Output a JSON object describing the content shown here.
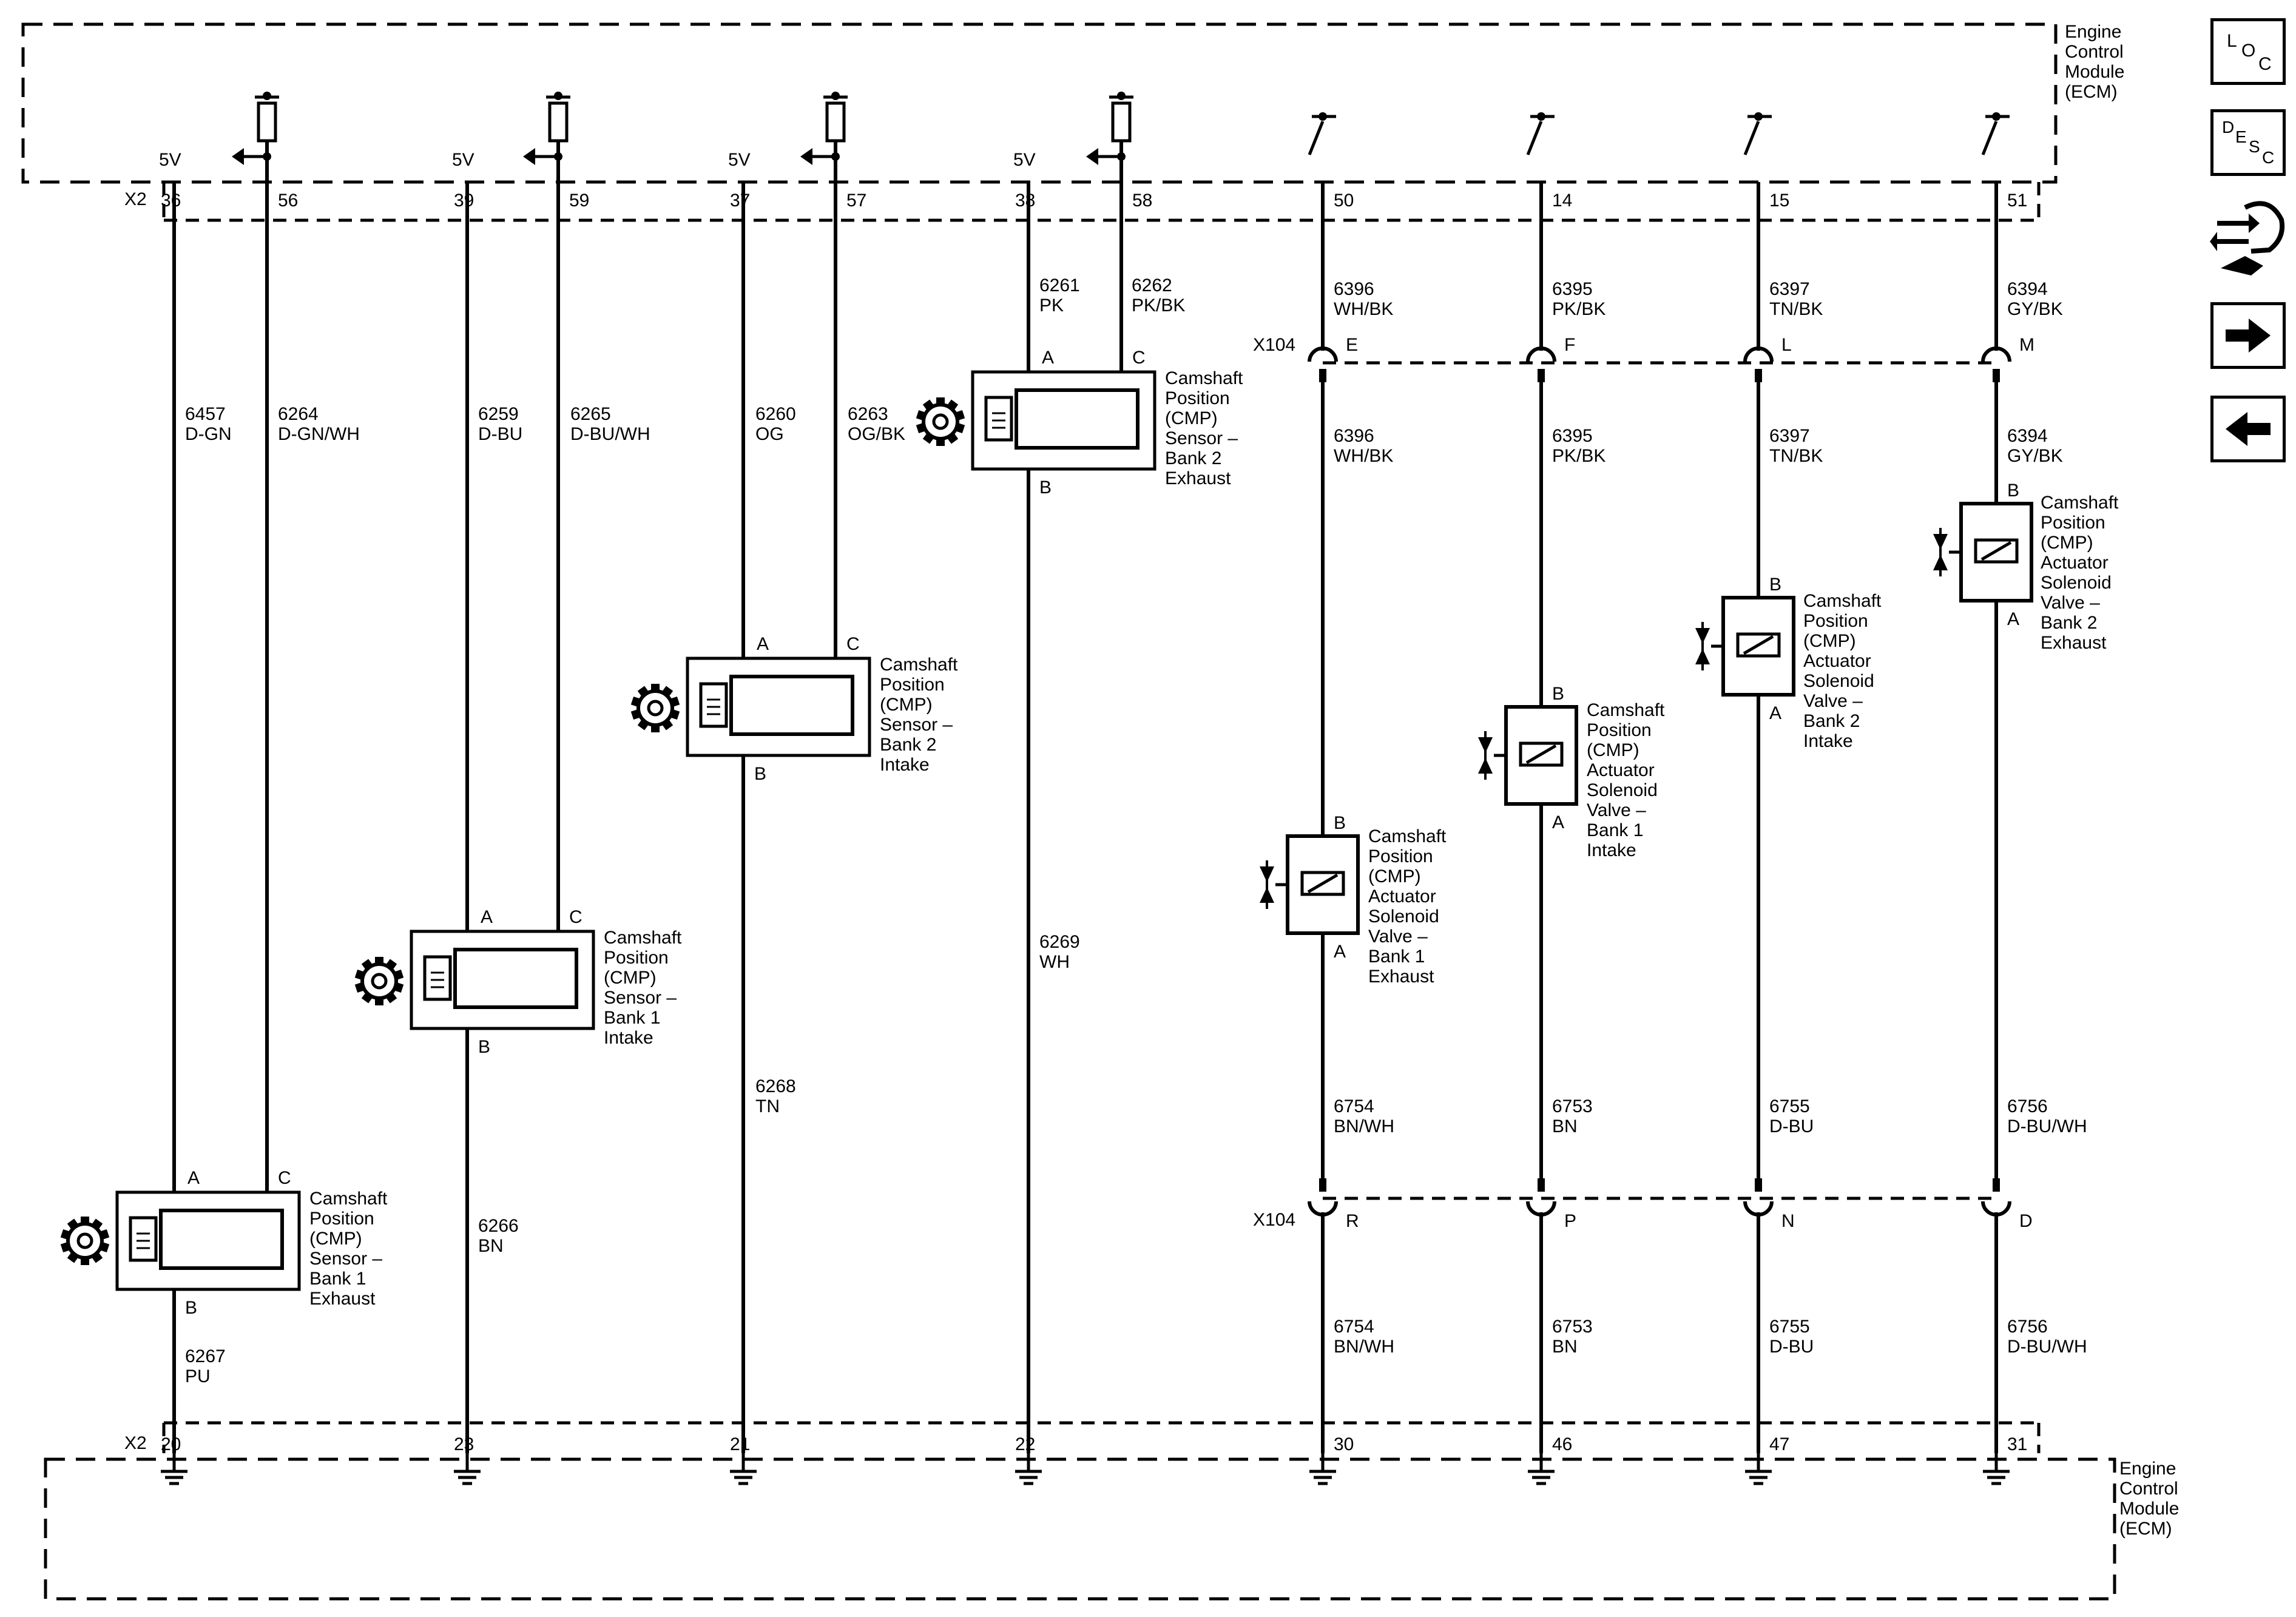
{
  "ecm_label": [
    "Engine",
    "Control",
    "Module",
    "(ECM)"
  ],
  "connector_x2": "X2",
  "connector_x104": "X104",
  "v5": "5V",
  "sensors": [
    {
      "pwr_pin": "36",
      "sig_pin": "56",
      "gnd_pin": "20",
      "pwr_circuit": [
        "6457",
        "D-GN"
      ],
      "sig_circuit": [
        "6264",
        "D-GN/WH"
      ],
      "gnd_circuit": [
        "6267",
        "PU"
      ],
      "label": [
        "Camshaft",
        "Position",
        "(CMP)",
        "Sensor –",
        "Bank 1",
        "Exhaust"
      ],
      "pin_a": "A",
      "pin_b": "B",
      "pin_c": "C"
    },
    {
      "pwr_pin": "39",
      "sig_pin": "59",
      "gnd_pin": "23",
      "pwr_circuit": [
        "6259",
        "D-BU"
      ],
      "sig_circuit": [
        "6265",
        "D-BU/WH"
      ],
      "gnd_circuit": [
        "6266",
        "BN"
      ],
      "label": [
        "Camshaft",
        "Position",
        "(CMP)",
        "Sensor –",
        "Bank 1",
        "Intake"
      ],
      "pin_a": "A",
      "pin_b": "B",
      "pin_c": "C"
    },
    {
      "pwr_pin": "37",
      "sig_pin": "57",
      "gnd_pin": "21",
      "pwr_circuit": [
        "6260",
        "OG"
      ],
      "sig_circuit": [
        "6263",
        "OG/BK"
      ],
      "gnd_circuit": [
        "6268",
        "TN"
      ],
      "label": [
        "Camshaft",
        "Position",
        "(CMP)",
        "Sensor –",
        "Bank 2",
        "Intake"
      ],
      "pin_a": "A",
      "pin_b": "B",
      "pin_c": "C"
    },
    {
      "pwr_pin": "38",
      "sig_pin": "58",
      "gnd_pin": "22",
      "pwr_circuit": [
        "6261",
        "PK"
      ],
      "sig_circuit": [
        "6262",
        "PK/BK"
      ],
      "gnd_circuit": [
        "6269",
        "WH"
      ],
      "label": [
        "Camshaft",
        "Position",
        "(CMP)",
        "Sensor –",
        "Bank 2",
        "Exhaust"
      ],
      "pin_a": "A",
      "pin_b": "B",
      "pin_c": "C"
    }
  ],
  "solenoids": [
    {
      "top_pin": "50",
      "bot_pin": "30",
      "x104_top": "E",
      "x104_bot": "R",
      "circ_top": [
        "6396",
        "WH/BK"
      ],
      "circ_mid": [
        "6396",
        "WH/BK"
      ],
      "circ_low": [
        "6754",
        "BN/WH"
      ],
      "circ_bot": [
        "6754",
        "BN/WH"
      ],
      "label": [
        "Camshaft",
        "Position",
        "(CMP)",
        "Actuator",
        "Solenoid",
        "Valve –",
        "Bank 1",
        "Exhaust"
      ],
      "pin_a": "A",
      "pin_b": "B"
    },
    {
      "top_pin": "14",
      "bot_pin": "46",
      "x104_top": "F",
      "x104_bot": "P",
      "circ_top": [
        "6395",
        "PK/BK"
      ],
      "circ_mid": [
        "6395",
        "PK/BK"
      ],
      "circ_low": [
        "6753",
        "BN"
      ],
      "circ_bot": [
        "6753",
        "BN"
      ],
      "label": [
        "Camshaft",
        "Position",
        "(CMP)",
        "Actuator",
        "Solenoid",
        "Valve –",
        "Bank 1",
        "Intake"
      ],
      "pin_a": "A",
      "pin_b": "B"
    },
    {
      "top_pin": "15",
      "bot_pin": "47",
      "x104_top": "L",
      "x104_bot": "N",
      "circ_top": [
        "6397",
        "TN/BK"
      ],
      "circ_mid": [
        "6397",
        "TN/BK"
      ],
      "circ_low": [
        "6755",
        "D-BU"
      ],
      "circ_bot": [
        "6755",
        "D-BU"
      ],
      "label": [
        "Camshaft",
        "Position",
        "(CMP)",
        "Actuator",
        "Solenoid",
        "Valve –",
        "Bank 2",
        "Intake"
      ],
      "pin_a": "A",
      "pin_b": "B"
    },
    {
      "top_pin": "51",
      "bot_pin": "31",
      "x104_top": "M",
      "x104_bot": "D",
      "circ_top": [
        "6394",
        "GY/BK"
      ],
      "circ_mid": [
        "6394",
        "GY/BK"
      ],
      "circ_low": [
        "6756",
        "D-BU/WH"
      ],
      "circ_bot": [
        "6756",
        "D-BU/WH"
      ],
      "label": [
        "Camshaft",
        "Position",
        "(CMP)",
        "Actuator",
        "Solenoid",
        "Valve –",
        "Bank 2",
        "Exhaust"
      ],
      "pin_a": "A",
      "pin_b": "B"
    }
  ],
  "nav": {
    "loc": [
      "L",
      "O",
      "C"
    ],
    "desc": [
      "D",
      "E",
      "S",
      "C"
    ],
    "icons": [
      "loc-icon",
      "desc-icon",
      "connector-tool-icon",
      "next-arrow-icon",
      "prev-arrow-icon"
    ]
  }
}
